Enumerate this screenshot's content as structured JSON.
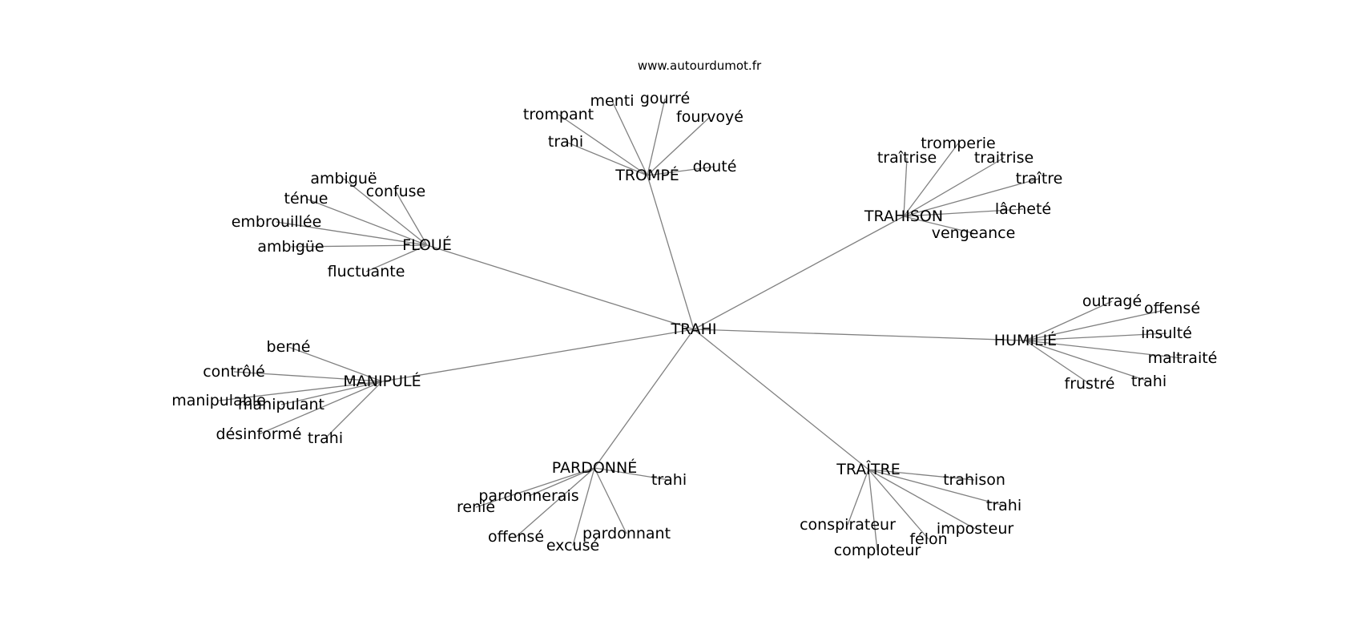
{
  "source": "www.autourdumot.fr",
  "center": {
    "label": "TRAHI"
  },
  "hubs": [
    {
      "id": "trompe",
      "label": "TROMPÉ",
      "leaves": [
        "trompant",
        "menti",
        "gourré",
        "fourvoyé",
        "trahi",
        "douté"
      ]
    },
    {
      "id": "floue",
      "label": "FLOUÉ",
      "leaves": [
        "ambiguë",
        "confuse",
        "ténue",
        "embrouillée",
        "ambigüe",
        "fluctuante"
      ]
    },
    {
      "id": "trahison",
      "label": "TRAHISON",
      "leaves": [
        "tromperie",
        "traîtrise",
        "traitrise",
        "traître",
        "lâcheté",
        "vengeance"
      ]
    },
    {
      "id": "humilie",
      "label": "HUMILIÉ",
      "leaves": [
        "outragé",
        "offensé",
        "insulté",
        "maltraité",
        "trahi",
        "frustré"
      ]
    },
    {
      "id": "manipule",
      "label": "MANIPULÉ",
      "leaves": [
        "berné",
        "contrôlé",
        "manipulable",
        "manipulant",
        "désinformé",
        "trahi"
      ]
    },
    {
      "id": "pardonne",
      "label": "PARDONNÉ",
      "leaves": [
        "trahi",
        "pardonnerais",
        "renié",
        "offensé",
        "excusé",
        "pardonnant"
      ]
    },
    {
      "id": "traitre",
      "label": "TRAÎTRE",
      "leaves": [
        "trahison",
        "trahi",
        "imposteur",
        "félon",
        "conspirateur",
        "comploteur"
      ]
    }
  ]
}
